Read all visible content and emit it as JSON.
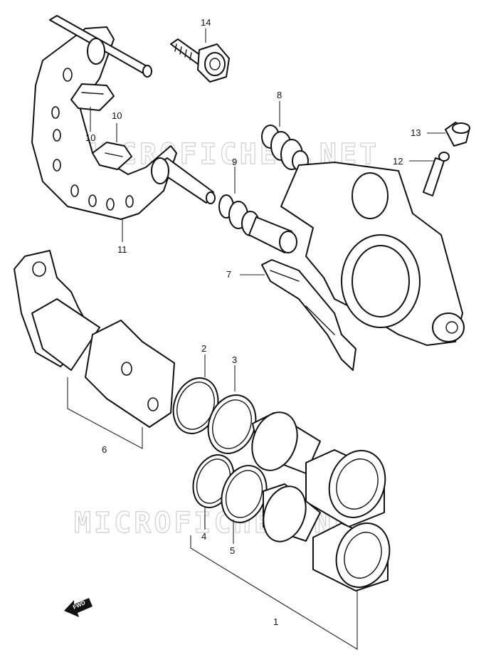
{
  "watermark": "MICROFICHES.NET",
  "direction_label": "FWD",
  "callouts": {
    "c1": "1",
    "c2": "2",
    "c3": "3",
    "c4": "4",
    "c5": "5",
    "c6": "6",
    "c7": "7",
    "c8": "8",
    "c9": "9",
    "c10a": "10",
    "c10b": "10",
    "c11": "11",
    "c12": "12",
    "c13": "13",
    "c14": "14"
  }
}
